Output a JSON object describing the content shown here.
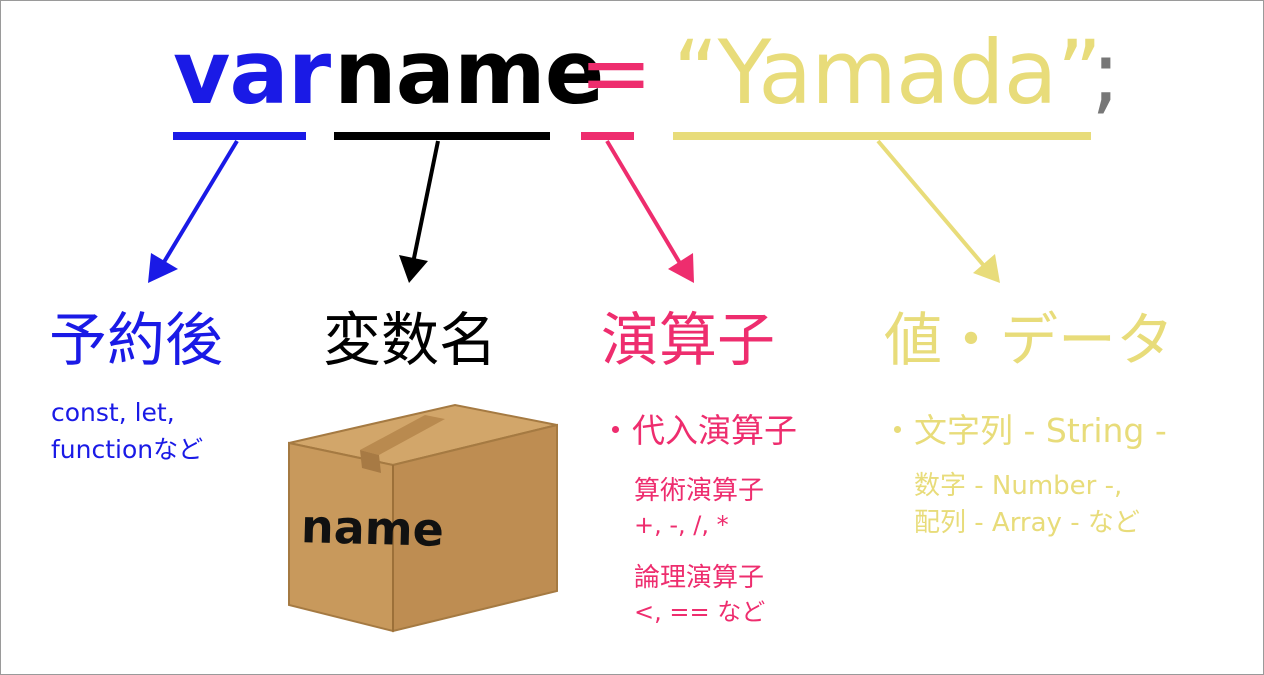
{
  "colors": {
    "var": "#1a1ae6",
    "name": "#000000",
    "operator": "#ee2d6e",
    "value": "#e8dc7a",
    "semicolon": "#777777",
    "box": "#c89b5f"
  },
  "code": {
    "var": "var",
    "name": "name",
    "operator": "=",
    "value": "“Yamada”",
    "semicolon": ";"
  },
  "columns": {
    "var": {
      "heading": "予約後",
      "line1": "const, let,",
      "line2": "functionなど"
    },
    "name": {
      "heading": "変数名",
      "box_label": "name"
    },
    "operator": {
      "heading": "演算子",
      "main_item": "・代入演算子",
      "group1_title": "算術演算子",
      "group1_items": "+, -, /, *",
      "group2_title": "論理演算子",
      "group2_items": "<, == など"
    },
    "value": {
      "heading": "値・データ",
      "main_item": "・文字列 - String -",
      "line1": "数字 - Number -,",
      "line2": "配列 - Array - など"
    }
  },
  "icons": {
    "box": "cardboard-box-icon",
    "arrow": "arrow-down-icon"
  }
}
